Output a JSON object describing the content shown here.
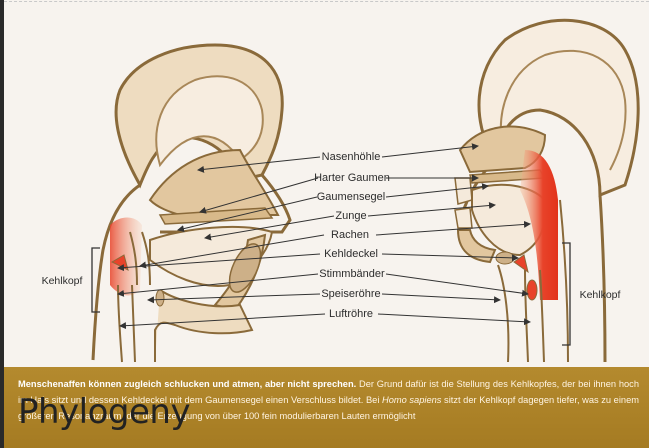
{
  "labels": {
    "nasenhoehle": "Nasenhöhle",
    "harter_gaumen": "Harter Gaumen",
    "gaumensegel": "Gaumensegel",
    "zunge": "Zunge",
    "rachen": "Rachen",
    "kehldeckel": "Kehldeckel",
    "stimmbaender": "Stimmbänder",
    "speiseroehre": "Speiseröhre",
    "luftroehre": "Luftröhre"
  },
  "side_labels": {
    "left": "Kehlkopf",
    "right": "Kehlkopf"
  },
  "caption": {
    "bold": "Menschenaffen können zugleich schlucken und atmen, aber nicht sprechen.",
    "line1_rest": " Der Grund dafür ist die Stellung des Kehlkopfes, der",
    "line2": "bei ihnen hoch im Hals sitzt und dessen Kehldeckel mit dem Gaumensegel einen Verschluss bildet. Bei",
    "line2_italic": "Homo sapiens",
    "line2_rest": " sitzt der Kehlkopf",
    "line3": "dagegen tiefer, was zu einem größeren Resonanzraum, der die Erzeugung von über 100 fein modulierbaren Lauten ermöglicht"
  },
  "overlay_title": "Phylogeny",
  "colors": {
    "tissue": "#e2c79f",
    "outline": "#8a6a3a",
    "airway_red": "#e8432a",
    "caption_bg": "#b08530"
  }
}
